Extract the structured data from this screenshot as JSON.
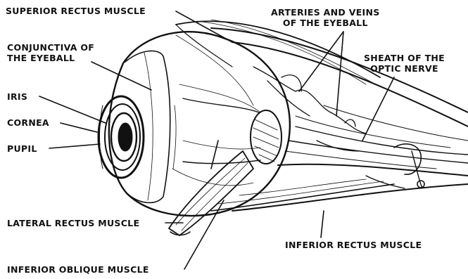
{
  "labels": {
    "superior_rectus": "SUPERIOR RECTUS MUSCLE",
    "arteries_veins": [
      "ARTERIES AND VEINS",
      "OF THE EYEBALL"
    ],
    "conjunctiva": [
      "CONJUNCTIVA OF",
      "THE EYEBALL"
    ],
    "sheath": [
      "SHEATH OF THE",
      "OPTIC NERVE"
    ],
    "iris": "IRIS",
    "cornea": "CORNEA",
    "pupil": "PUPIL",
    "lateral_rectus": "LATERAL RECTUS MUSCLE",
    "inferior_rectus": "INFERIOR RECTUS MUSCLE",
    "inferior_oblique": "INFERIOR OBLIQUE MUSCLE"
  }
}
